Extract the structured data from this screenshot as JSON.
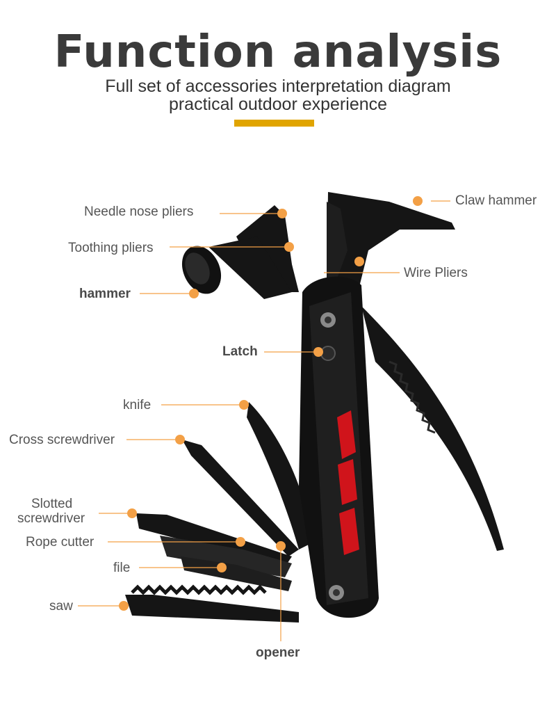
{
  "header": {
    "title": "Function  analysis",
    "subtitle_line1": "Full set of accessories interpretation diagram",
    "subtitle_line2": "practical outdoor experience"
  },
  "colors": {
    "accent_bar": "#e0a400",
    "callout_dot": "#f3a046",
    "tool_body": "#151515",
    "handle_insert": "#d0141b"
  },
  "labels": {
    "claw_hammer": "Claw hammer",
    "needle_nose_pliers": "Needle nose pliers",
    "toothing_pliers": "Toothing pliers",
    "wire_pliers": "Wire Pliers",
    "hammer": "hammer",
    "latch": "Latch",
    "knife": "knife",
    "cross_screwdriver": "Cross screwdriver",
    "slotted_line1": "Slotted",
    "slotted_line2": "screwdriver",
    "rope_cutter": "Rope cutter",
    "file": "file",
    "saw": "saw",
    "opener": "opener"
  }
}
